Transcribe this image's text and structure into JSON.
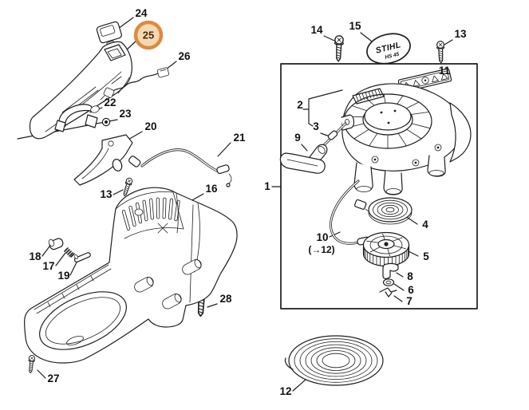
{
  "colors": {
    "background": "#ffffff",
    "line": "#1e1e1e",
    "label": "#111111",
    "highlight_ring": "#dd8a3f",
    "highlight_fill": "#f6d8b4",
    "highlight_text": "#4a2a08"
  },
  "highlight": {
    "target_callout": "25"
  },
  "logo": {
    "brand": "STIHL",
    "model": "HS 45"
  },
  "callouts": {
    "c1": "1",
    "c2": "2",
    "c3": "3",
    "c4": "4",
    "c5": "5",
    "c6": "6",
    "c7": "7",
    "c8": "8",
    "c9": "9",
    "c10": "10",
    "c10ref": "(→12)",
    "c11": "11",
    "c12": "12",
    "c13a": "13",
    "c13b": "13",
    "c14": "14",
    "c15": "15",
    "c16": "16",
    "c17": "17",
    "c18": "18",
    "c19": "19",
    "c20": "20",
    "c21": "21",
    "c22": "22",
    "c23": "23",
    "c24": "24",
    "c25": "25",
    "c26": "26",
    "c27": "27",
    "c28": "28"
  }
}
